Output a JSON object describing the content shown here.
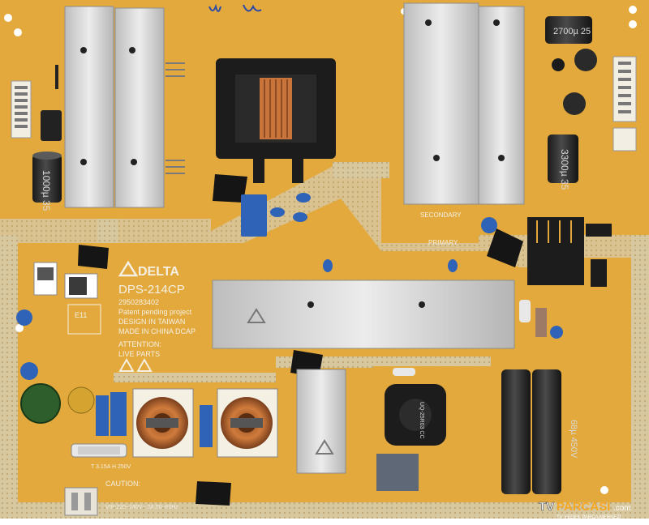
{
  "board": {
    "brand": "DELTA",
    "model": "DPS-214CP",
    "part_number": "2950283402",
    "line_patent": "Patent pending project",
    "line_design": "DESIGN IN TAIWAN",
    "line_made": "MADE IN CHINA DCAP",
    "attention": "ATTENTION:",
    "live_parts": "LIVE PARTS",
    "secondary": "SECONDARY",
    "primary": "PRIMARY",
    "fuse_rating": "T 3.15A H 250V",
    "caution_title": "CAUTION:",
    "input_rating": "VIP:220~240V~ 2A,50~60Hz",
    "ul_code": "E11"
  },
  "components": {
    "cap_left_value": "1000µ 35",
    "cap_right_value": "3300µ 35",
    "cap_top_value": "2700µ 25",
    "bulk_cap_value": "68µ 450V",
    "coil_label": "UQ-25R03 CC"
  },
  "watermark": {
    "left": "TV",
    "right": "PARCASI",
    "suffix": ".com",
    "tagline": "TV YEDEK PARÇA MERKEZİ"
  },
  "colors": {
    "pcb": "#e3a93c",
    "pcb_dark": "#c98f2a",
    "pad_area": "#d9c9a0",
    "heatsink": "#d6d6d6",
    "capacitor_blue": "#2f63b8",
    "copper": "#c8743a"
  }
}
